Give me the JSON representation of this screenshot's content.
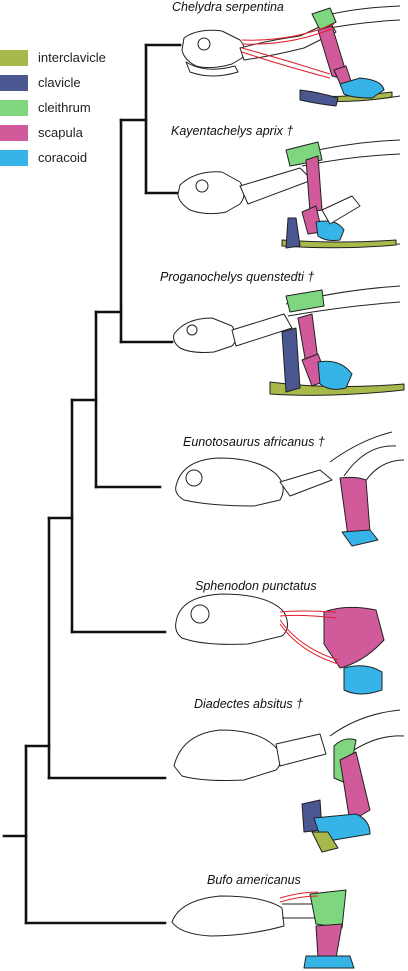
{
  "legend": [
    {
      "label": "interclavicle",
      "color": "#a8b84a"
    },
    {
      "label": "clavicle",
      "color": "#4a5790"
    },
    {
      "label": "cleithrum",
      "color": "#7ed67e"
    },
    {
      "label": "scapula",
      "color": "#d15a9a"
    },
    {
      "label": "coracoid",
      "color": "#36b4e8"
    }
  ],
  "taxa": [
    {
      "name": "Chelydra serpentina",
      "extinct": false
    },
    {
      "name": "Kayentachelys aprix",
      "extinct": true
    },
    {
      "name": "Proganochelys quenstedti",
      "extinct": true
    },
    {
      "name": "Eunotosaurus africanus",
      "extinct": true
    },
    {
      "name": "Sphenodon punctatus",
      "extinct": false
    },
    {
      "name": "Diadectes absitus",
      "extinct": true
    },
    {
      "name": "Bufo americanus",
      "extinct": false
    }
  ],
  "extinct_marker": "†"
}
